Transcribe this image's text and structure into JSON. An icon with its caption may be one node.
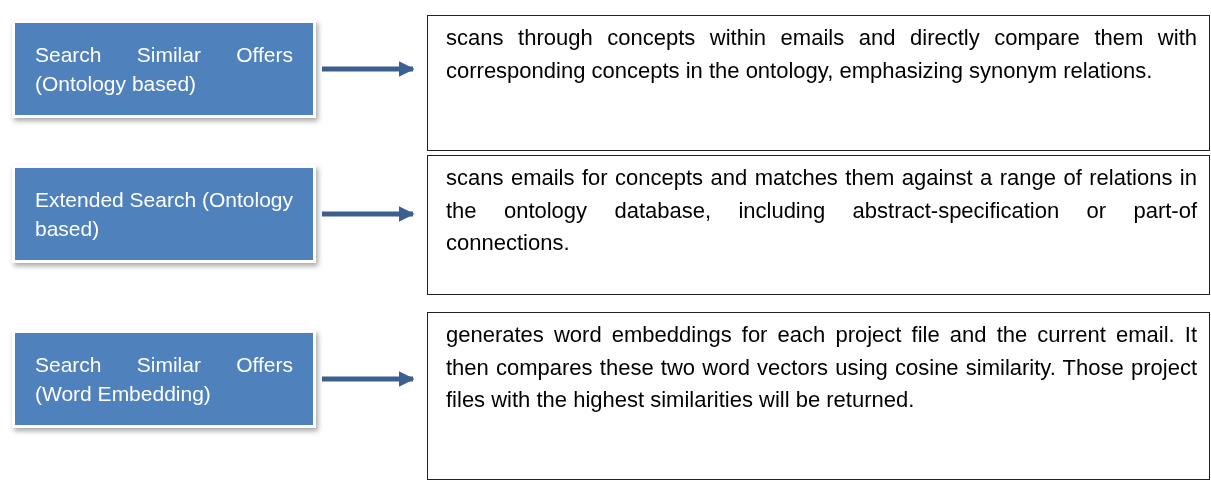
{
  "diagram": {
    "nodes": [
      {
        "text": [
          "Search Similar Offers (Ontology based)"
        ]
      },
      {
        "text": [
          "scans through concepts within emails and directly compare them with corresponding concepts in the ontology, emphasizing synonym relations."
        ]
      },
      {
        "text": [
          "Extended Search (Ontology based)"
        ]
      },
      {
        "text": [
          "scans emails for concepts and matches them against a range of relations in the ontology database, including abstract-specification or part-of connections."
        ]
      },
      {
        "text": [
          "Search Similar Offers (Word Embedding)"
        ]
      },
      {
        "text": [
          "generates word embeddings for each project file and the current email. It then compares these two word vectors using cosine similarity. Those project files with the highest similarities will be returned."
        ]
      }
    ],
    "edges": [
      {
        "from": 0,
        "to": 1,
        "arrow": "to"
      },
      {
        "from": 2,
        "to": 3,
        "arrow": "to"
      },
      {
        "from": 4,
        "to": 5,
        "arrow": "to"
      }
    ]
  }
}
